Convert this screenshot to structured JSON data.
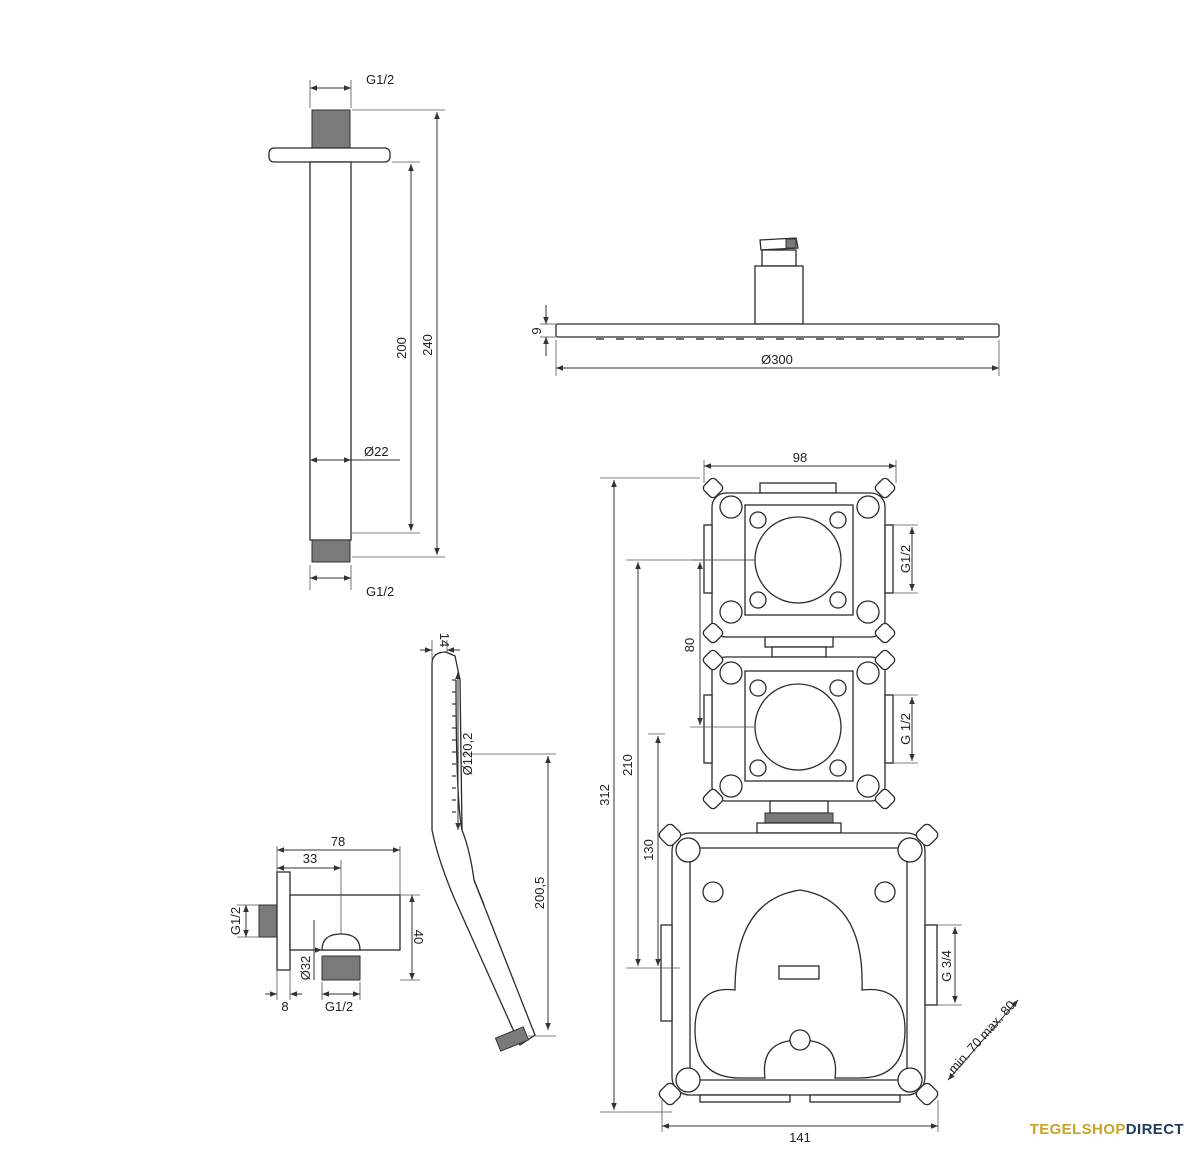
{
  "brand": {
    "part1": "TEGELSHOP",
    "part2": "DIRECT",
    "color1": "#c9a227",
    "color2": "#1f3a5f"
  },
  "arm": {
    "thread_top": "G1/2",
    "total": "240",
    "length": "200",
    "diameter": "Ø22",
    "thread_bottom": "G1/2"
  },
  "rainhead": {
    "thickness": "9",
    "diameter": "Ø300"
  },
  "elbow": {
    "width": "78",
    "offset": "33",
    "height": "40",
    "thread_left": "G1/2",
    "diameter": "Ø32",
    "flange": "8",
    "thread_bottom": "G1/2"
  },
  "handshower": {
    "thickness": "14",
    "head": "Ø120,2",
    "length": "200,5"
  },
  "valve": {
    "width_top": "98",
    "thread_upper": "G1/2",
    "thread_middle": "G 1/2",
    "spacing": "80",
    "height_210": "210",
    "height_312": "312",
    "height_130": "130",
    "thread_inlet": "G 3/4",
    "depth": "min. 70 max. 80",
    "width_bottom": "141"
  }
}
